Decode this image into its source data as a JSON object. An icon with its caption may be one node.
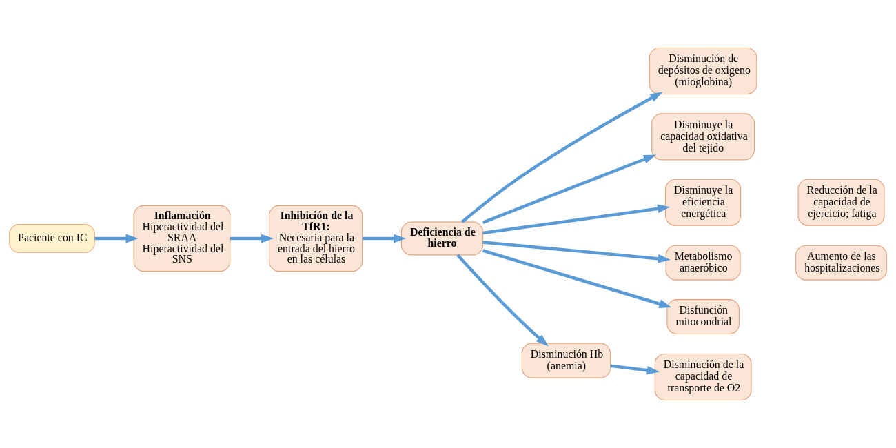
{
  "diagram": {
    "nodes": [
      {
        "text": [
          "Paciente con IC"
        ]
      },
      {
        "text": [
          "Inflamación",
          "Hiperactividad del SRAA",
          "Hiperactividad del SNS"
        ]
      },
      {
        "text": [
          "Inhibición de la TfR1:",
          "Necesaria para la entrada del hierro en las células"
        ]
      },
      {
        "text": [
          "Deficiencia de hierro"
        ]
      },
      {
        "text": [
          "Disminución de depósitos de oxigeno (mioglobina)"
        ]
      },
      {
        "text": [
          "Disminuye la capacidad oxidativa del tejido"
        ]
      },
      {
        "text": [
          "Disminuye la eficiencia energética"
        ]
      },
      {
        "text": [
          "Metabolismo anaeróbico"
        ]
      },
      {
        "text": [
          "Disfunción mitocondrial"
        ]
      },
      {
        "text": [
          "Disminución Hb (anemia)"
        ]
      },
      {
        "text": [
          "Disminución de la capacidad de transporte de O2"
        ]
      },
      {
        "text": [
          "Reducción de la capacidad de ejercicio; fatiga"
        ]
      },
      {
        "text": [
          "Aumento de las hospitalizaciones"
        ]
      }
    ],
    "edges": [
      {
        "from": 0,
        "to": 1,
        "arrow": "to"
      },
      {
        "from": 1,
        "to": 2,
        "arrow": "to"
      },
      {
        "from": 2,
        "to": 3,
        "arrow": "to"
      },
      {
        "from": 3,
        "to": 4,
        "arrow": "to"
      },
      {
        "from": 3,
        "to": 5,
        "arrow": "to"
      },
      {
        "from": 3,
        "to": 6,
        "arrow": "to"
      },
      {
        "from": 3,
        "to": 7,
        "arrow": "to"
      },
      {
        "from": 3,
        "to": 8,
        "arrow": "to"
      },
      {
        "from": 3,
        "to": 9,
        "arrow": "to"
      },
      {
        "from": 9,
        "to": 10,
        "arrow": "to"
      }
    ]
  }
}
